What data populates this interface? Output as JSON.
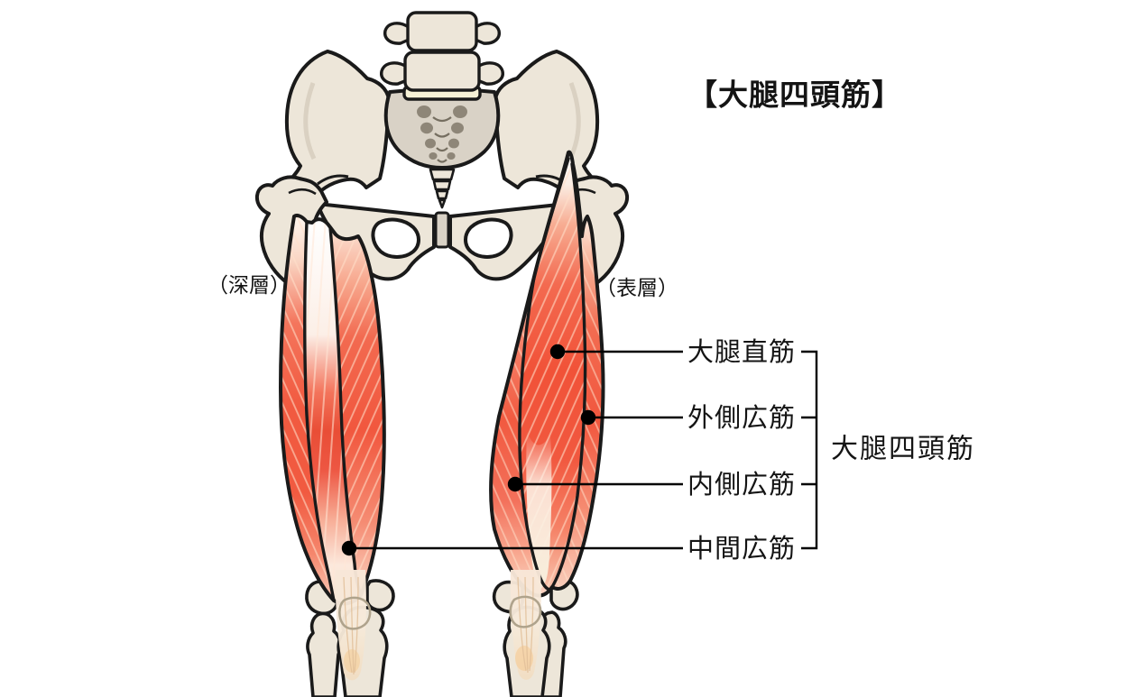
{
  "title": "【大腿四頭筋】",
  "layer_captions": {
    "deep": "（深層）",
    "superficial": "（表層）"
  },
  "muscle_labels": [
    {
      "id": "rectus-femoris",
      "label": "大腿直筋"
    },
    {
      "id": "vastus-lateralis",
      "label": "外側広筋"
    },
    {
      "id": "vastus-medialis",
      "label": "内側広筋"
    },
    {
      "id": "vastus-intermedius",
      "label": "中間広筋"
    }
  ],
  "group_label": "大腿四頭筋",
  "colors": {
    "muscle_red": "#F1563C",
    "muscle_striation": "#FFDFC9",
    "muscle_tendon_pale": "#F7ECD9",
    "bone": "#EDE6D9",
    "bone_shadow": "#D9D2C6",
    "outline": "#1A1A1A",
    "annotation": "#000000",
    "background": "#FFFFFF"
  }
}
